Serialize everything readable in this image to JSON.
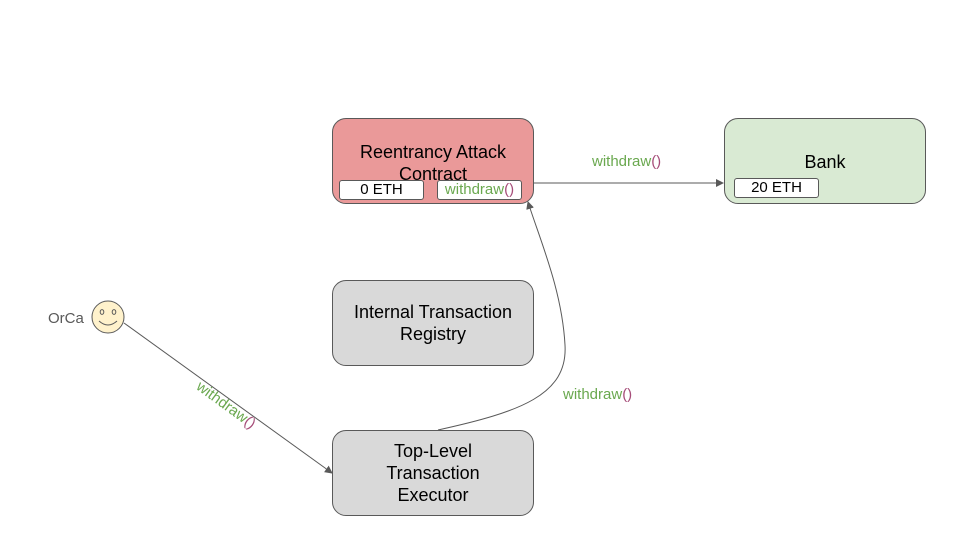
{
  "colors": {
    "attack_fill": "#ea9999",
    "bank_fill": "#d9ead3",
    "neutral_fill": "#d9d9d9",
    "border": "#595959",
    "function_green": "#6aa84f",
    "paren_purple": "#a64d79",
    "smiley_fill": "#fff2cc"
  },
  "actor": {
    "name": "OrCa",
    "icon": "smiley-face-icon"
  },
  "nodes": {
    "attack_contract": {
      "title": "Reentrancy Attack\nContract",
      "balance": "0 ETH",
      "method_fn": "withdraw",
      "method_paren": "()"
    },
    "bank": {
      "title": "Bank",
      "balance": "20 ETH"
    },
    "registry": {
      "title": "Internal Transaction\nRegistry"
    },
    "executor": {
      "title": "Top-Level\nTransaction\nExecutor"
    }
  },
  "edges": {
    "actor_to_executor": {
      "fn": "withdraw",
      "paren": "()"
    },
    "executor_to_attack": {
      "fn": "withdraw",
      "paren": "()"
    },
    "attack_to_bank": {
      "fn": "withdraw",
      "paren": "()"
    }
  }
}
